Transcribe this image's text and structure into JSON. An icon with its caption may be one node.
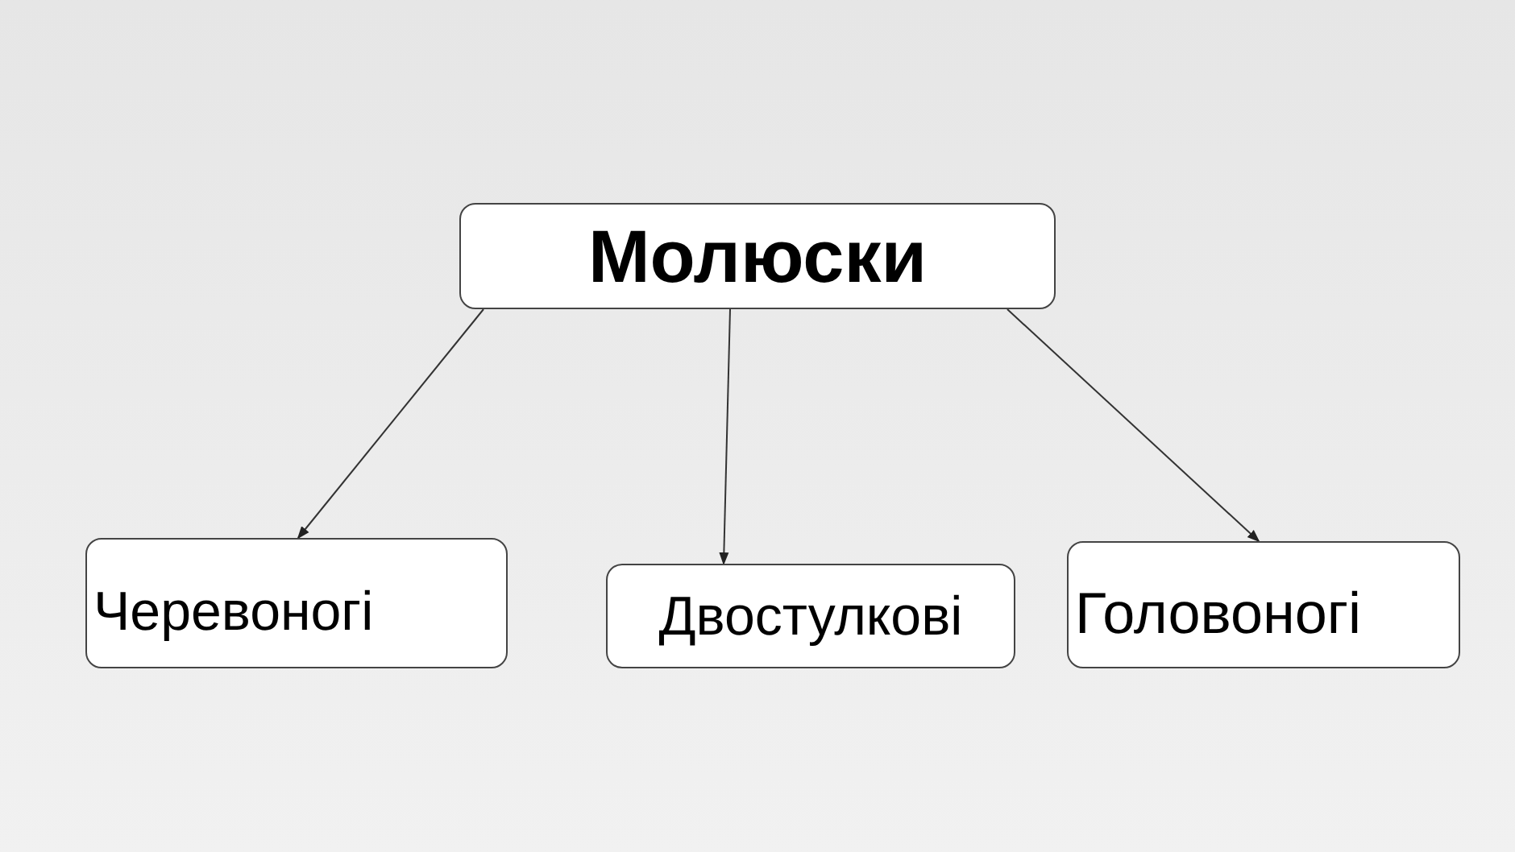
{
  "diagram": {
    "nodes": [
      {
        "text": [
          "Молюски"
        ]
      },
      {
        "text": [
          "Черевоногі"
        ]
      },
      {
        "text": [
          "Двостулкові"
        ]
      },
      {
        "text": [
          "Головоногі"
        ]
      }
    ],
    "edges": [
      {
        "from": 0,
        "to": 1,
        "arrow": "to"
      },
      {
        "from": 0,
        "to": 2,
        "arrow": "to"
      },
      {
        "from": 0,
        "to": 3,
        "arrow": "to"
      }
    ]
  }
}
